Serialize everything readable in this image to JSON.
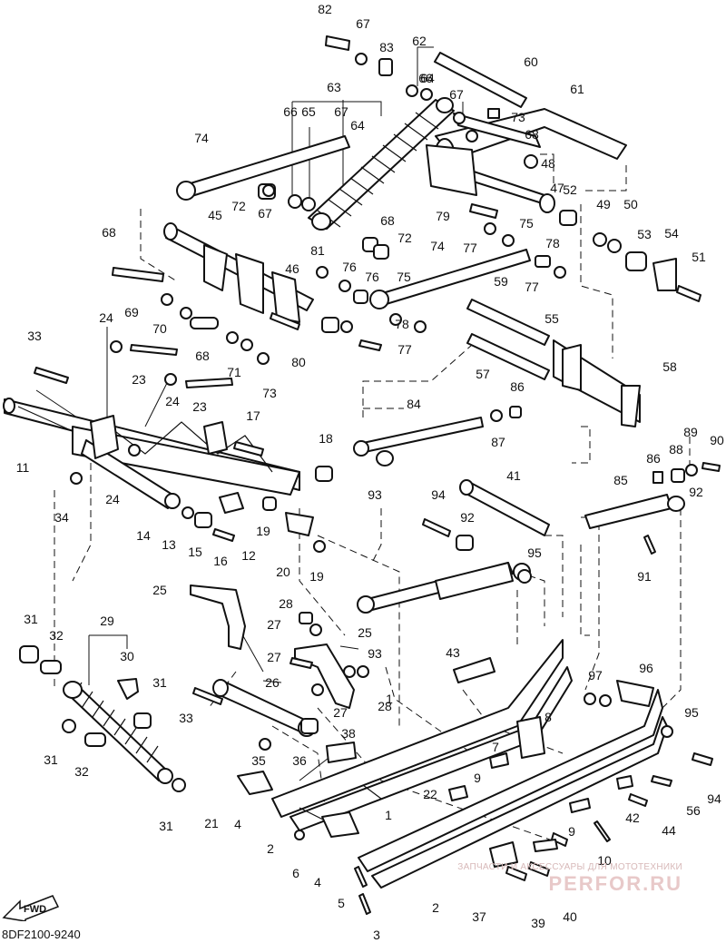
{
  "diagram": {
    "code": "8DF2100-9240",
    "fwd": "FWD",
    "watermark": {
      "line1": "ЗАПЧАСТИ И АКСЕССУАРЫ ДЛЯ МОТОТЕХНИКИ",
      "line2": "PERFOR.RU"
    },
    "callouts": [
      "1",
      "1",
      "2",
      "2",
      "3",
      "4",
      "4",
      "5",
      "6",
      "7",
      "8",
      "9",
      "9",
      "10",
      "11",
      "12",
      "13",
      "14",
      "15",
      "16",
      "17",
      "18",
      "19",
      "19",
      "20",
      "21",
      "22",
      "23",
      "23",
      "24",
      "24",
      "24",
      "25",
      "25",
      "26",
      "27",
      "27",
      "27",
      "28",
      "28",
      "29",
      "30",
      "31",
      "31",
      "31",
      "31",
      "32",
      "32",
      "33",
      "33",
      "34",
      "35",
      "36",
      "37",
      "38",
      "39",
      "40",
      "41",
      "42",
      "43",
      "44",
      "45",
      "46",
      "47",
      "48",
      "49",
      "50",
      "51",
      "52",
      "53",
      "54",
      "55",
      "56",
      "57",
      "58",
      "59",
      "60",
      "61",
      "62",
      "63",
      "64",
      "64",
      "65",
      "66",
      "66",
      "67",
      "67",
      "67",
      "67",
      "68",
      "68",
      "68",
      "68",
      "69",
      "70",
      "71",
      "72",
      "72",
      "73",
      "73",
      "74",
      "74",
      "75",
      "75",
      "76",
      "76",
      "77",
      "77",
      "77",
      "78",
      "78",
      "79",
      "80",
      "81",
      "82",
      "83",
      "84",
      "85",
      "86",
      "86",
      "87",
      "88",
      "89",
      "90",
      "91",
      "92",
      "92",
      "93",
      "93",
      "94",
      "94",
      "95",
      "95",
      "96",
      "97"
    ]
  }
}
